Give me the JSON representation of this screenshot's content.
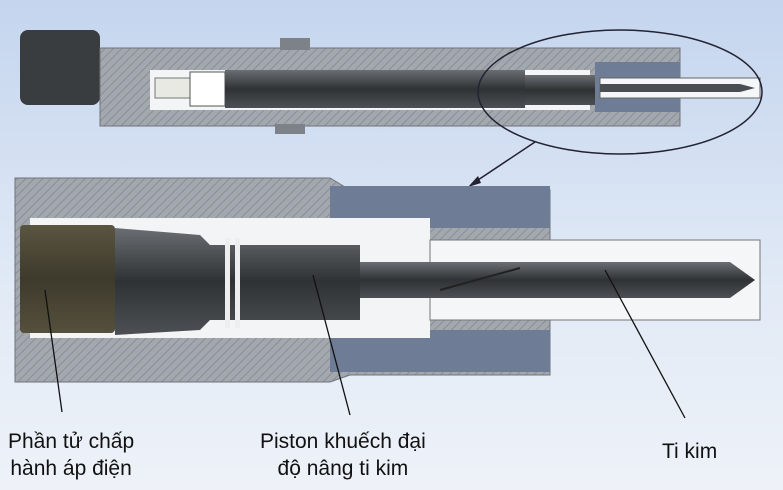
{
  "title": "Injector piezo cross-section",
  "labels": {
    "actuator_line1": "Phần tử chấp",
    "actuator_line2": "hành áp điện",
    "piston_line1": "Piston khuếch đại",
    "piston_line2": "độ nâng ti kim",
    "needle": "Ti kim"
  },
  "colors": {
    "housing": "#9a9ea6",
    "dark_part": "#3c3f42",
    "actuator": "#4a4636",
    "cavity": "#f4f6f8",
    "nut": "#6d7a93"
  }
}
